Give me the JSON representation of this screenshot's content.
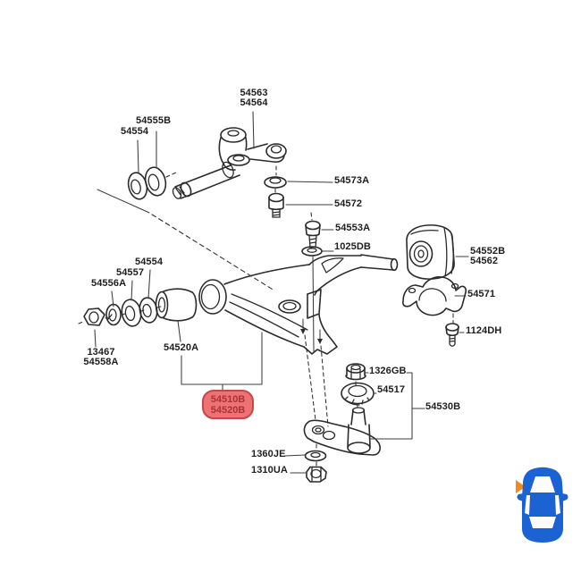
{
  "diagram": {
    "type": "exploded-parts-diagram",
    "subject": "front lower control arm and linkage",
    "background": "#ffffff",
    "line_color": "#2b2b2b",
    "labels": {
      "p54563_54564": {
        "line1": "54563",
        "line2": "54564"
      },
      "p54555B": "54555B",
      "p54554_top": "54554",
      "p54573A": "54573A",
      "p54572": "54572",
      "p54553A": "54553A",
      "p1025DB": "1025DB",
      "p54552B_54562": {
        "line1": "54552B",
        "line2": "54562"
      },
      "p54571": "54571",
      "p1124DH": "1124DH",
      "p54554_mid": "54554",
      "p54557": "54557",
      "p54556A": "54556A",
      "p13467_54558A": {
        "line1": "13467",
        "line2": "54558A"
      },
      "p54520A": "54520A",
      "p1326GB": "1326GB",
      "p54517": "54517",
      "p54530B": "54530B",
      "p1360JE": "1360JE",
      "p1310UA": "1310UA"
    },
    "highlight_badge": {
      "line1": "54510B",
      "line2": "54520B",
      "fill": "#EE7173",
      "border_color": "#C0494B",
      "text_color": "#A93337"
    },
    "car_indicator": {
      "icon": "car-top-view-icon",
      "body_color": "#1B62D3",
      "window_color": "#FDFDFE",
      "arrow_color": "#F28A1F"
    }
  }
}
